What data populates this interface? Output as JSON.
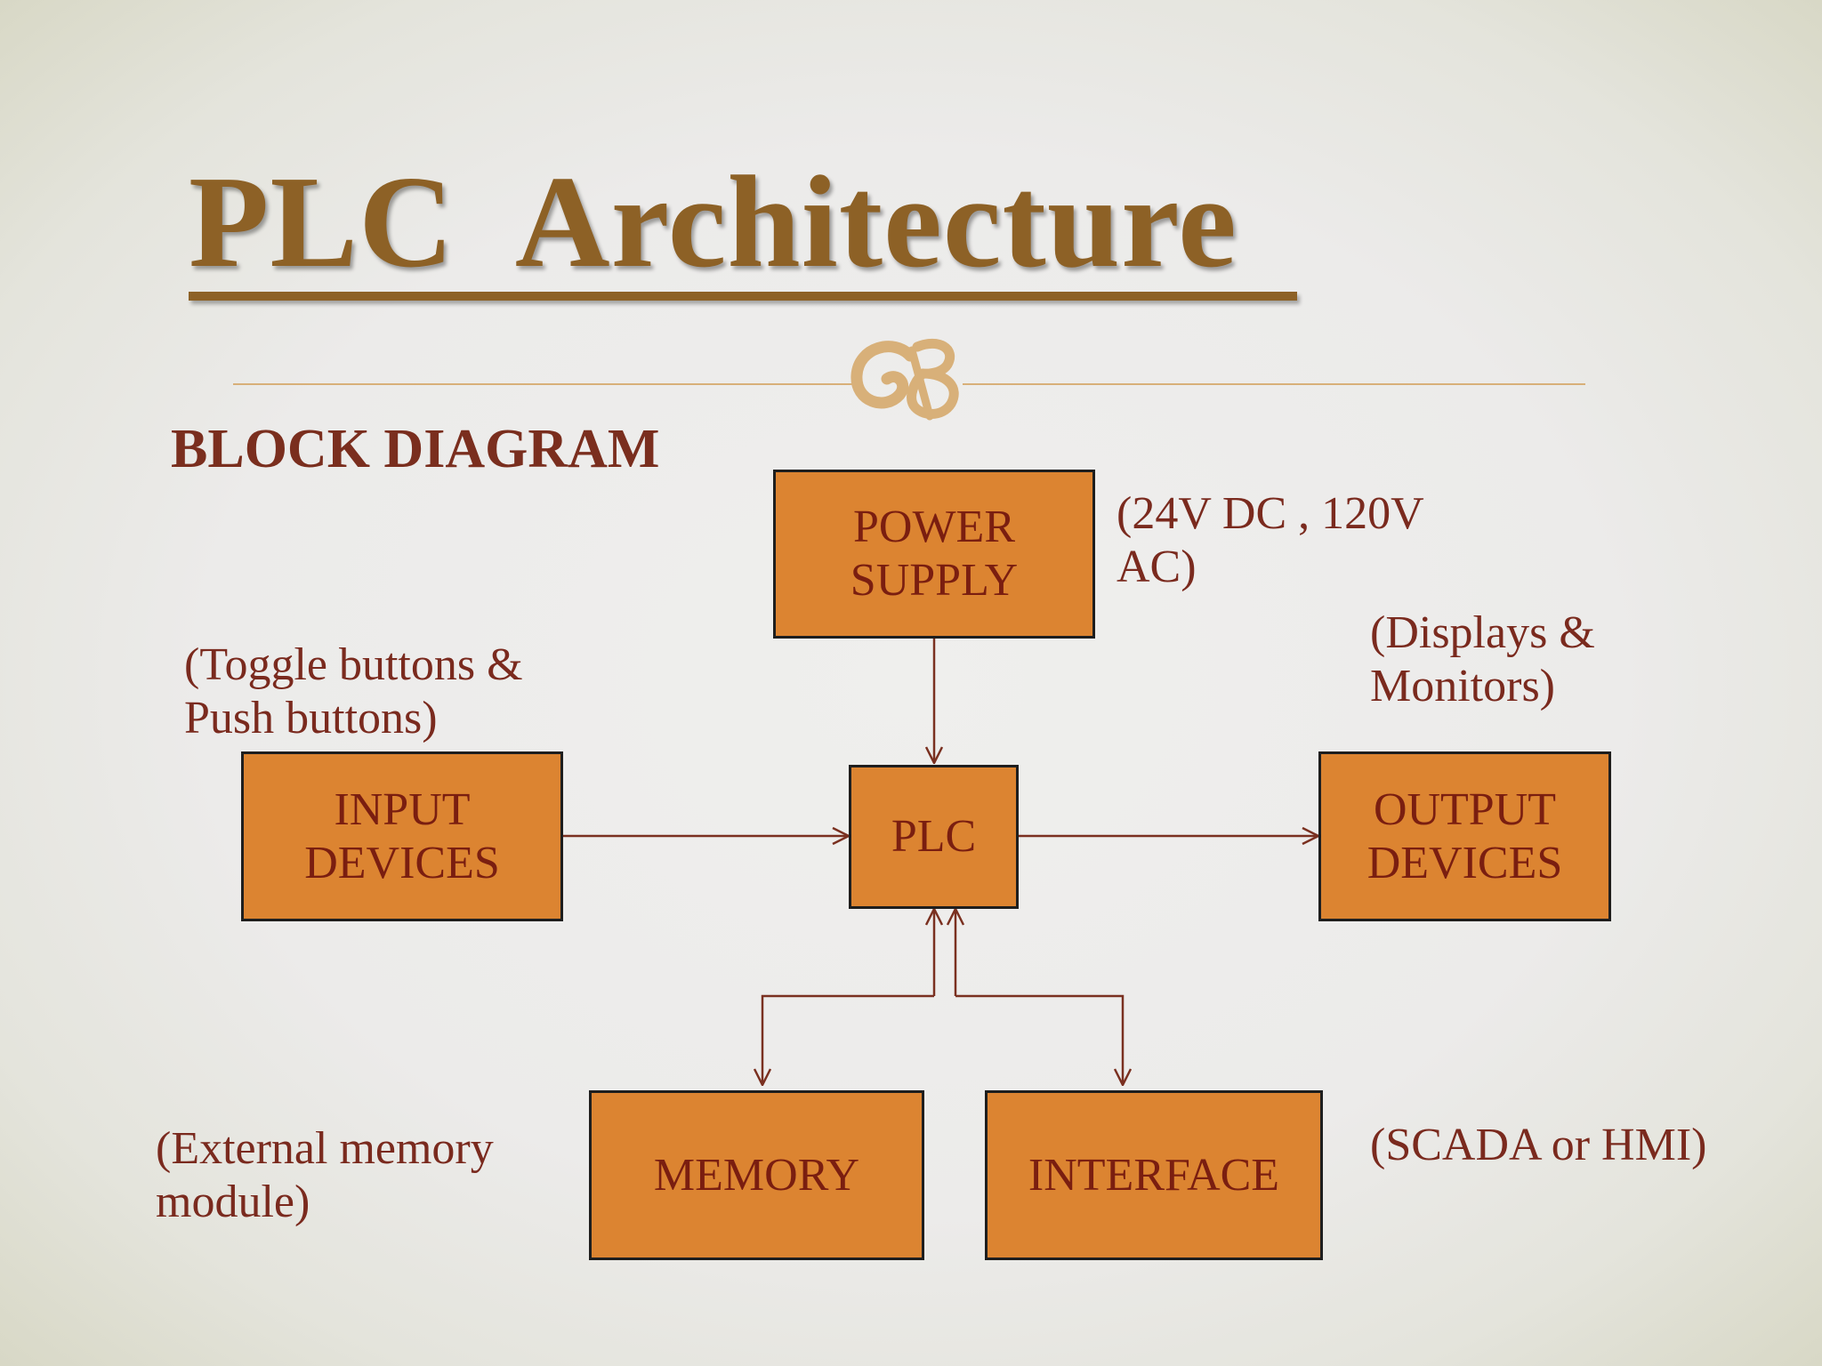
{
  "title": "PLC  Architecture",
  "heading": "BLOCK DIAGRAM",
  "colors": {
    "title": "#8d6126",
    "box_fill": "#dc8431",
    "box_text": "#7a1e10",
    "note_text": "#7a2a1e",
    "connector": "#7a3020",
    "rule": "#d8b079"
  },
  "ornament_icon": "swash-ornament-icon",
  "blocks": {
    "power_supply": "POWER\nSUPPLY",
    "input_devices": "INPUT\nDEVICES",
    "plc": "PLC",
    "output_devices": "OUTPUT\nDEVICES",
    "memory": "MEMORY",
    "interface": "INTERFACE"
  },
  "notes": {
    "power": "(24V DC , 120V\nAC)",
    "input": "(Toggle buttons &\nPush buttons)",
    "output": "(Displays &\nMonitors)",
    "memory": "(External memory\nmodule)",
    "interface": "(SCADA or HMI)"
  }
}
